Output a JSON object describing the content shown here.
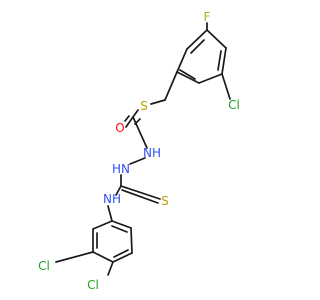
{
  "molecule": {
    "colors": {
      "bond": "#1a1a1a",
      "carbon": "#1a1a1a",
      "N": "#3050f8",
      "O": "#ff0d0d",
      "S": "#b8a200",
      "Cl": "#1fa01f",
      "F": "#90c018"
    },
    "labels": {
      "F": "F",
      "Cl_top": "Cl",
      "S_thioether": "S",
      "O": "O",
      "NH_hydrazide": "NH",
      "HN_hydrazide": "HN",
      "NH_amide": "NH",
      "S_thione": "S",
      "Cl_meta": "Cl",
      "Cl_para": "Cl"
    }
  }
}
